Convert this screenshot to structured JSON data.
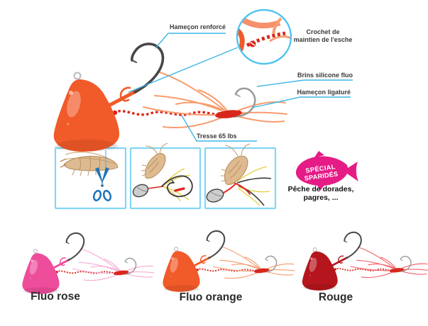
{
  "diagram": {
    "callouts": {
      "reinforced_hook": "Hameçon renforcé",
      "bait_keeper_line1": "Crochet de",
      "bait_keeper_line2": "maintien de l'esche",
      "silicone_strands": "Brins silicone fluo",
      "ligatured_hook": "Hameçon ligaturé",
      "braid": "Tresse 65 lbs"
    },
    "steps": [
      {
        "icon": "shrimp-cut-with-scissors-step"
      },
      {
        "icon": "rig-hook-and-bait-step"
      },
      {
        "icon": "shrimp-mounted-on-rig-step"
      }
    ],
    "badge": {
      "line1": "SPÉCIAL",
      "line2": "SPARIDÉS",
      "caption": "Pêche de dorades, pagres, ...",
      "color": "#E51B86"
    },
    "variants": [
      {
        "label": "Fluo rose",
        "head": "#EE4D9B",
        "head_dark": "#C93A85",
        "strand": "#F6ABD3"
      },
      {
        "label": "Fluo orange",
        "head": "#F15A29",
        "head_dark": "#D4481A",
        "strand": "#F89C6E"
      },
      {
        "label": "Rouge",
        "head": "#B5151C",
        "head_dark": "#8C0F14",
        "strand": "#F25C66"
      }
    ],
    "colors": {
      "main_head": "#F15A29",
      "main_head_dark": "#D4481A",
      "main_strand": "#F89C6E",
      "braid_red": "#D8271C",
      "callout_line": "#3FB6E8",
      "box_border": "#82D7F4",
      "hook_dark": "#474747",
      "hook_silver": "#9B9B9B",
      "scissors_blue": "#1C75BC",
      "shrimp_tan": "#DDBA8F",
      "step_yellow": "#E3CE3F",
      "step_red": "#E0251B",
      "step_gray": "#CDCDCD"
    }
  }
}
